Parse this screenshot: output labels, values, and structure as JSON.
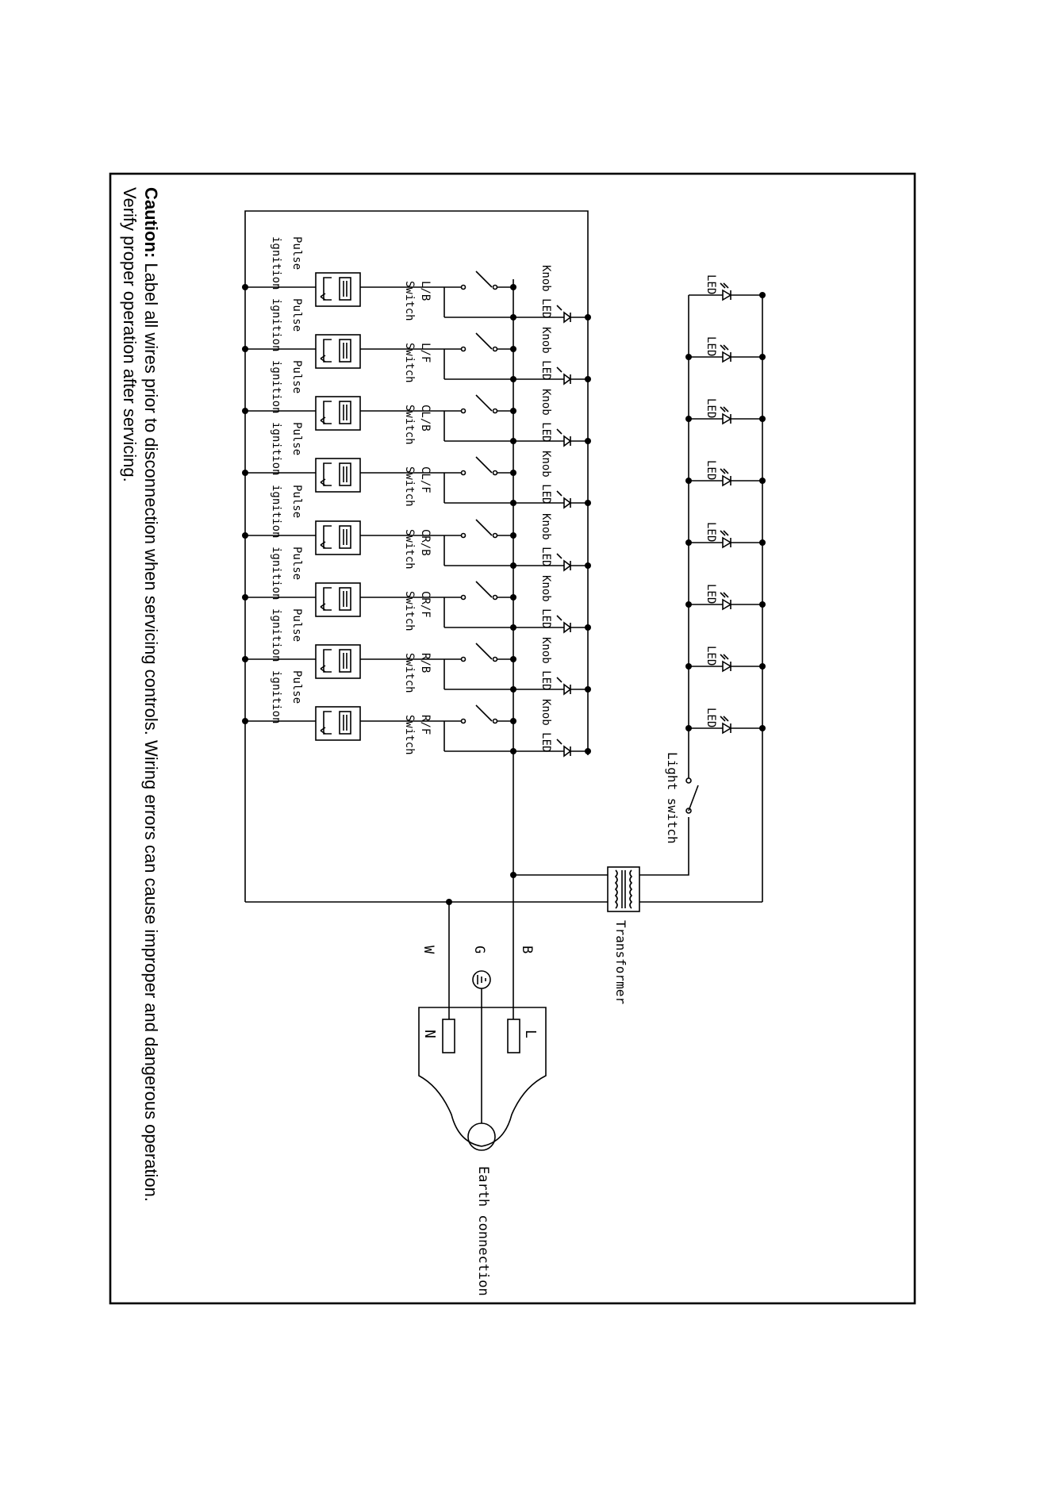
{
  "caution": {
    "heading": "Caution:",
    "line1": " Label all wires prior to disconnection when servicing controls. Wiring errors can cause improper and dangerous operation.",
    "line2": "Verify proper operation after servicing."
  },
  "led_column_label": "LED",
  "light_switch_label": "Light switch",
  "transformer_label": "Transformer",
  "wire_labels": {
    "black": "B",
    "ground": "G",
    "white": "W"
  },
  "plug": {
    "line": "L",
    "neutral": "N",
    "earth": "Earth connection"
  },
  "branches": [
    {
      "knob": "Knob LED",
      "switch_code": "L/B",
      "switch_word": "Switch",
      "ignition_top": "Pulse",
      "ignition_bottom": "ignition"
    },
    {
      "knob": "Knob LED",
      "switch_code": "L/F",
      "switch_word": "Switch",
      "ignition_top": "Pulse",
      "ignition_bottom": "ignition"
    },
    {
      "knob": "Knob LED",
      "switch_code": "CL/B",
      "switch_word": "Switch",
      "ignition_top": "Pulse",
      "ignition_bottom": "ignition"
    },
    {
      "knob": "Knob LED",
      "switch_code": "CL/F",
      "switch_word": "Switch",
      "ignition_top": "Pulse",
      "ignition_bottom": "ignition"
    },
    {
      "knob": "Knob LED",
      "switch_code": "CR/B",
      "switch_word": "Switch",
      "ignition_top": "Pulse",
      "ignition_bottom": "ignition"
    },
    {
      "knob": "Knob LED",
      "switch_code": "CR/F",
      "switch_word": "Switch",
      "ignition_top": "Pulse",
      "ignition_bottom": "ignition"
    },
    {
      "knob": "Knob LED",
      "switch_code": "R/B",
      "switch_word": "Switch",
      "ignition_top": "Pulse",
      "ignition_bottom": "ignition"
    },
    {
      "knob": "Knob LED",
      "switch_code": "R/F",
      "switch_word": "Switch",
      "ignition_top": "Pulse",
      "ignition_bottom": "ignition"
    }
  ]
}
